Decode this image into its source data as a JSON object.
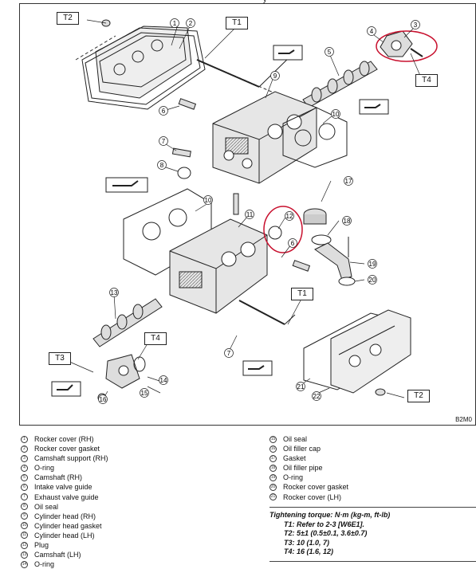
{
  "diagram": {
    "figure_code": "B2M0",
    "top_cut_text": "y",
    "torque_tags": [
      "T1",
      "T1",
      "T2",
      "T2",
      "T3",
      "T4",
      "T4"
    ],
    "part_numbers": [
      "1",
      "2",
      "3",
      "4",
      "5",
      "6",
      "6",
      "7",
      "7",
      "8",
      "9",
      "10",
      "10",
      "11",
      "12",
      "13",
      "14",
      "15",
      "16",
      "17",
      "18",
      "19",
      "20",
      "21",
      "22"
    ]
  },
  "legend_left": [
    {
      "num": "1",
      "label": "Rocker cover (RH)"
    },
    {
      "num": "2",
      "label": "Rocker cover gasket"
    },
    {
      "num": "3",
      "label": "Camshaft support (RH)"
    },
    {
      "num": "4",
      "label": "O-ring"
    },
    {
      "num": "5",
      "label": "Camshaft (RH)"
    },
    {
      "num": "6",
      "label": "Intake valve guide"
    },
    {
      "num": "7",
      "label": "Exhaust valve guide"
    },
    {
      "num": "8",
      "label": "Oil seal"
    },
    {
      "num": "9",
      "label": "Cylinder head (RH)"
    },
    {
      "num": "10",
      "label": "Cylinder head gasket"
    },
    {
      "num": "11",
      "label": "Cylinder head (LH)"
    },
    {
      "num": "12",
      "label": "Plug"
    },
    {
      "num": "13",
      "label": "Camshaft (LH)"
    },
    {
      "num": "14",
      "label": "O-ring"
    }
  ],
  "legend_right": [
    {
      "num": "15",
      "label": "Oil seal"
    },
    {
      "num": "16",
      "label": "Oil filler cap"
    },
    {
      "num": "17",
      "label": "Gasket"
    },
    {
      "num": "18",
      "label": "Oil filler pipe"
    },
    {
      "num": "19",
      "label": "O-ring"
    },
    {
      "num": "20",
      "label": "Rocker cover gasket"
    },
    {
      "num": "21",
      "label": "Rocker cover (LH)"
    }
  ],
  "torque": {
    "title": "Tightening torque: N·m (kg-m, ft-lb)",
    "items": [
      "T1: Refer to 2-3 [W6E1].",
      "T2: 5±1 (0.5±0.1, 3.6±0.7)",
      "T3: 10 (1.0, 7)",
      "T4: 16 (1.6, 12)"
    ]
  },
  "colors": {
    "highlight": "#c8102e",
    "line": "#222222"
  }
}
